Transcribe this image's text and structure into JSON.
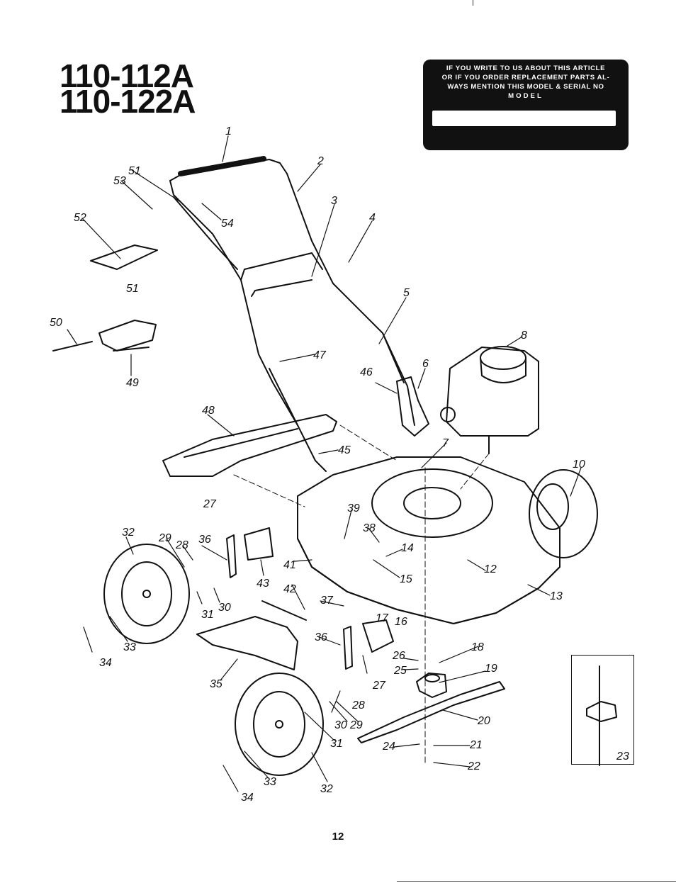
{
  "models": [
    "110-112A",
    "110-122A"
  ],
  "notice": {
    "line1": "IF YOU WRITE TO US ABOUT THIS ARTICLE",
    "line2": "OR IF YOU ORDER REPLACEMENT PARTS AL-",
    "line3": "WAYS MENTION THIS MODEL & SERIAL NO",
    "line4": "MODEL"
  },
  "callouts": [
    "1",
    "2",
    "3",
    "4",
    "5",
    "6",
    "7",
    "8",
    "10",
    "12",
    "13",
    "14",
    "15",
    "16",
    "17",
    "18",
    "19",
    "20",
    "21",
    "22",
    "23",
    "24",
    "25",
    "26",
    "27",
    "28",
    "29",
    "30",
    "31",
    "32",
    "33",
    "34",
    "35",
    "36",
    "37",
    "38",
    "39",
    "41",
    "42",
    "43",
    "45",
    "46",
    "47",
    "48",
    "49",
    "50",
    "51",
    "52",
    "53",
    "54"
  ],
  "labels": {
    "c1": "1",
    "c2": "2",
    "c3": "3",
    "c4": "4",
    "c5": "5",
    "c6": "6",
    "c7": "7",
    "c8": "8",
    "c10": "10",
    "c12": "12",
    "c13": "13",
    "c14": "14",
    "c15": "15",
    "c16": "16",
    "c17": "17",
    "c18": "18",
    "c19": "19",
    "c20": "20",
    "c21": "21",
    "c22": "22",
    "c23": "23",
    "c24": "24",
    "c25": "25",
    "c26": "26",
    "c27": "27",
    "c28": "28",
    "c29": "29",
    "c30": "30",
    "c31": "31",
    "c32": "32",
    "c33": "33",
    "c34": "34",
    "c35": "35",
    "c36": "36",
    "c37": "37",
    "c38": "38",
    "c39": "39",
    "c41": "41",
    "c42": "42",
    "c43": "43",
    "c45": "45",
    "c46": "46",
    "c47": "47",
    "c48": "48",
    "c49": "49",
    "c50": "50",
    "c51": "51",
    "c52": "52",
    "c53": "53",
    "c54": "54"
  },
  "page_number": "12"
}
